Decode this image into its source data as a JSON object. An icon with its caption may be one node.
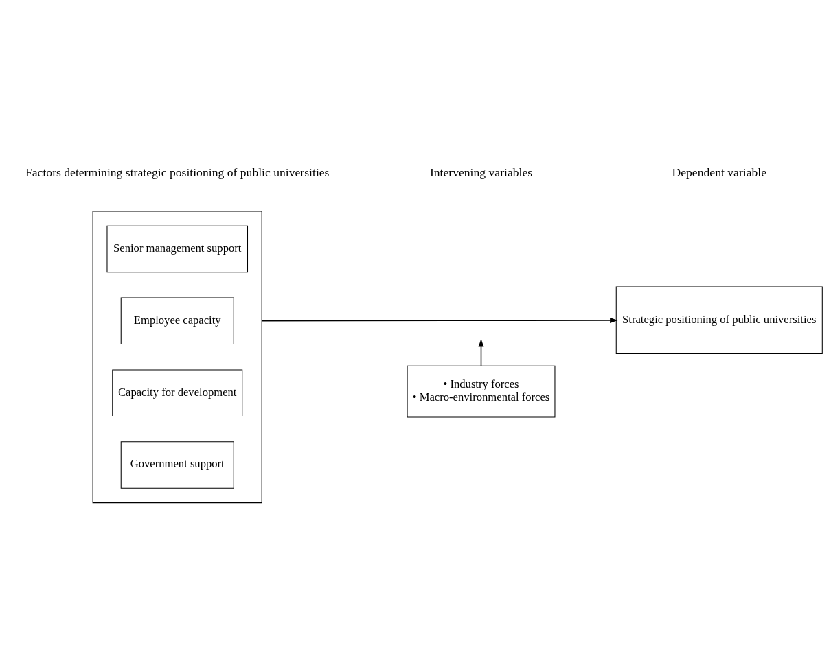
{
  "diagram": {
    "nodes": [
      {
        "text": [],
        "shape": "box"
      },
      {
        "text": [
          "Senior management support"
        ],
        "in": 0
      },
      {
        "text": [
          "Employee capacity"
        ],
        "in": 0
      },
      {
        "text": [
          "Capacity for development"
        ],
        "in": 0
      },
      {
        "text": [
          "Government support"
        ],
        "in": 0
      },
      {
        "text": [
          "Strategic positioning of public universities"
        ]
      },
      {
        "text": [
          "• Industry forces",
          "• Macro-environmental forces"
        ]
      }
    ],
    "edges": [
      {
        "from": 0,
        "to": 5,
        "arrow": "to"
      },
      {
        "from": 6,
        "to": null,
        "arrow": "to"
      }
    ],
    "labels": [
      "Factors determining strategic positioning of public universities",
      "Intervening variables",
      "Dependent variable"
    ]
  }
}
